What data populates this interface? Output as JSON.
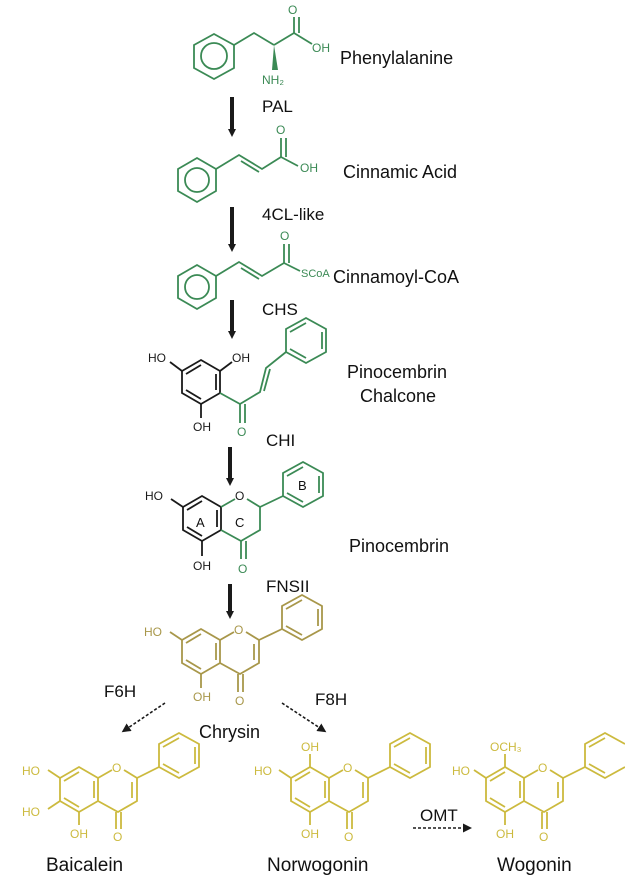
{
  "colors": {
    "green": "#3b8a55",
    "black": "#1a1a1a",
    "olive": "#a8974a",
    "gold": "#ccba3e"
  },
  "compounds": {
    "phenylalanine": "Phenylalanine",
    "cinnamic_acid": "Cinnamic Acid",
    "cinnamoyl_coa": "Cinnamoyl-CoA",
    "pinocembrin_chalcone_line1": "Pinocembrin",
    "pinocembrin_chalcone_line2": "Chalcone",
    "pinocembrin": "Pinocembrin",
    "chrysin": "Chrysin",
    "baicalein": "Baicalein",
    "norwogonin": "Norwogonin",
    "wogonin": "Wogonin"
  },
  "enzymes": {
    "pal": "PAL",
    "cl4": "4CL-like",
    "chs": "CHS",
    "chi": "CHI",
    "fnsii": "FNSII",
    "f6h": "F6H",
    "f8h": "F8H",
    "omt": "OMT"
  },
  "atoms": {
    "oh": "OH",
    "ho": "HO",
    "nh2": "NH₂",
    "o": "O",
    "scoa": "SCoA",
    "och3": "OCH₃"
  },
  "ring_labels": {
    "a": "A",
    "b": "B",
    "c": "C"
  },
  "arrows": [
    {
      "from": "phenylalanine",
      "to": "cinnamic_acid",
      "enzyme": "PAL",
      "style": "solid"
    },
    {
      "from": "cinnamic_acid",
      "to": "cinnamoyl_coa",
      "enzyme": "4CL-like",
      "style": "solid"
    },
    {
      "from": "cinnamoyl_coa",
      "to": "pinocembrin_chalcone",
      "enzyme": "CHS",
      "style": "solid"
    },
    {
      "from": "pinocembrin_chalcone",
      "to": "pinocembrin",
      "enzyme": "CHI",
      "style": "solid"
    },
    {
      "from": "pinocembrin",
      "to": "chrysin",
      "enzyme": "FNSII",
      "style": "solid"
    },
    {
      "from": "chrysin",
      "to": "baicalein",
      "enzyme": "F6H",
      "style": "dotted"
    },
    {
      "from": "chrysin",
      "to": "norwogonin",
      "enzyme": "F8H",
      "style": "dotted"
    },
    {
      "from": "norwogonin",
      "to": "wogonin",
      "enzyme": "OMT",
      "style": "dotted"
    }
  ]
}
